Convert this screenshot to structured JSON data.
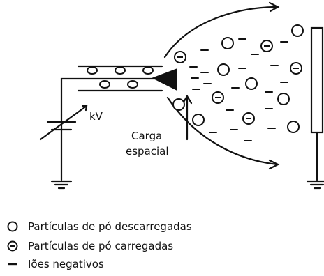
{
  "diagram": {
    "voltage_label": "kV",
    "space_charge_label_line1": "Carga",
    "space_charge_label_line2": "espacial"
  },
  "legend": {
    "items": [
      {
        "symbol": "uncharged-particle",
        "label": "Partículas de pó descarregadas"
      },
      {
        "symbol": "charged-particle",
        "label": "Partículas de pó carregadas"
      },
      {
        "symbol": "negative-ion",
        "label": "Iões negativos"
      }
    ]
  }
}
